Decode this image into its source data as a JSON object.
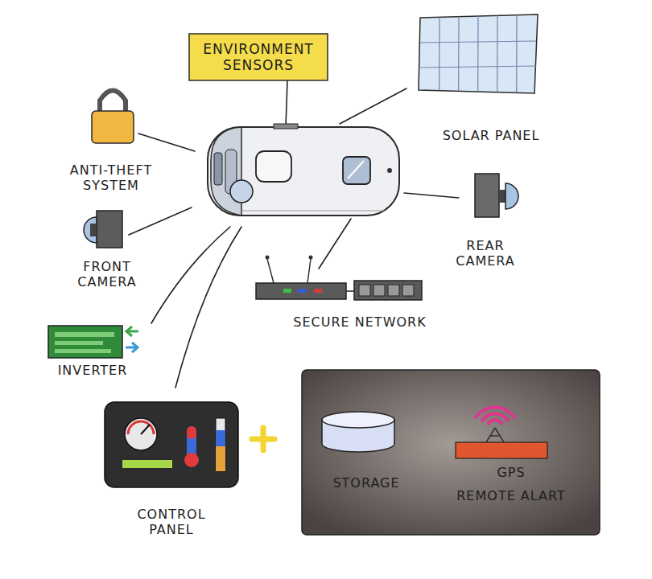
{
  "diagram": {
    "nodes": [
      {
        "text": [
          "ENVIRONMENT SENSORS"
        ]
      },
      {
        "text": [
          "SOLAR PANEL"
        ]
      },
      {
        "text": [
          "ANTI-THEFT SYSTEM"
        ]
      },
      {
        "text": [
          "FRONT CAMERA"
        ]
      },
      {
        "text": [
          "REAR CAMERA"
        ]
      },
      {
        "text": [
          "SECURE NETWORK"
        ]
      },
      {
        "text": [
          "INVERTER"
        ]
      },
      {
        "text": [
          "CONTROL PANEL"
        ]
      },
      {
        "text": []
      },
      {
        "text": [
          "STORAGE"
        ],
        "in": 8
      },
      {
        "text": [
          "GPS",
          "REMOTE ALART"
        ],
        "in": 8
      }
    ]
  }
}
